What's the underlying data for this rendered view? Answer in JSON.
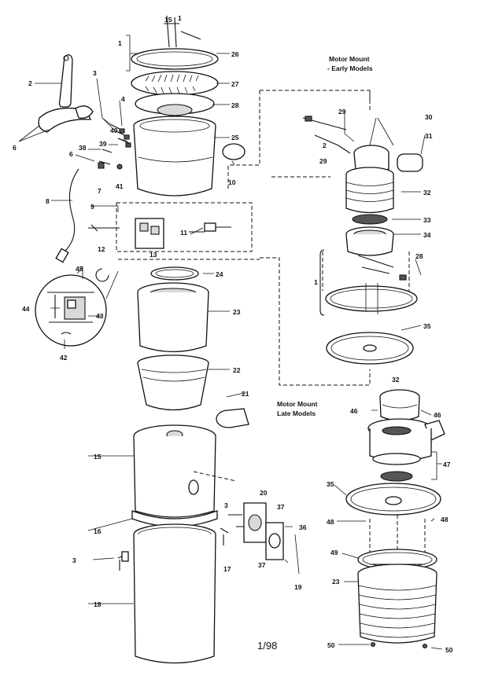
{
  "captions": {
    "early_line1": "Motor Mount",
    "early_line2": "- Early Models",
    "late_line1": "Motor Mount",
    "late_line2": "Late Models"
  },
  "page_number": "1/98",
  "callouts": {
    "c1": "1",
    "c2": "2",
    "c3": "3",
    "c4": "4",
    "c6": "6",
    "c7": "7",
    "c8": "8",
    "c9": "9",
    "c10": "10",
    "c11": "11",
    "c12": "12",
    "c13": "13",
    "c15": "15",
    "c16": "16",
    "c17": "17",
    "c18": "18",
    "c19": "19",
    "c20": "20",
    "c21": "21",
    "c22": "22",
    "c23": "23",
    "c24": "24",
    "c25": "25",
    "c26": "26",
    "c27": "27",
    "c28": "28",
    "c29": "29",
    "c30": "30",
    "c31": "31",
    "c32": "32",
    "c33": "33",
    "c34": "34",
    "c35": "35",
    "c36": "36",
    "c37": "37",
    "c38": "38",
    "c39": "39",
    "c40": "40",
    "c41": "41",
    "c42": "42",
    "c43": "43",
    "c44": "44",
    "c45": "45",
    "c46": "46",
    "c47": "47",
    "c48": "48",
    "c49": "49",
    "c50": "50"
  }
}
